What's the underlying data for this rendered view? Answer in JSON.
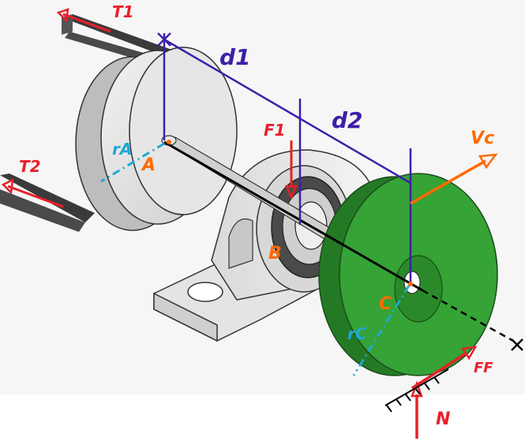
{
  "labels": {
    "t1": "T1",
    "t2": "T2",
    "d1": "d1",
    "d2": "d2",
    "f1": "F1",
    "vc": "Vc",
    "ra": "rA",
    "a": "A",
    "b": "B",
    "c": "C",
    "rc": "rC",
    "ff": "FF",
    "n": "N"
  },
  "colors": {
    "force": "#e8202a",
    "dimension": "#3d1fa8",
    "radius": "#1fa8d6",
    "point": "#ff6a00",
    "wheel": "#2f9a2f",
    "velocity": "#ff6a00",
    "shaft": "#000000"
  },
  "icons": {
    "ground": "hatched-ground-icon",
    "axis_end": "cross-icon"
  }
}
